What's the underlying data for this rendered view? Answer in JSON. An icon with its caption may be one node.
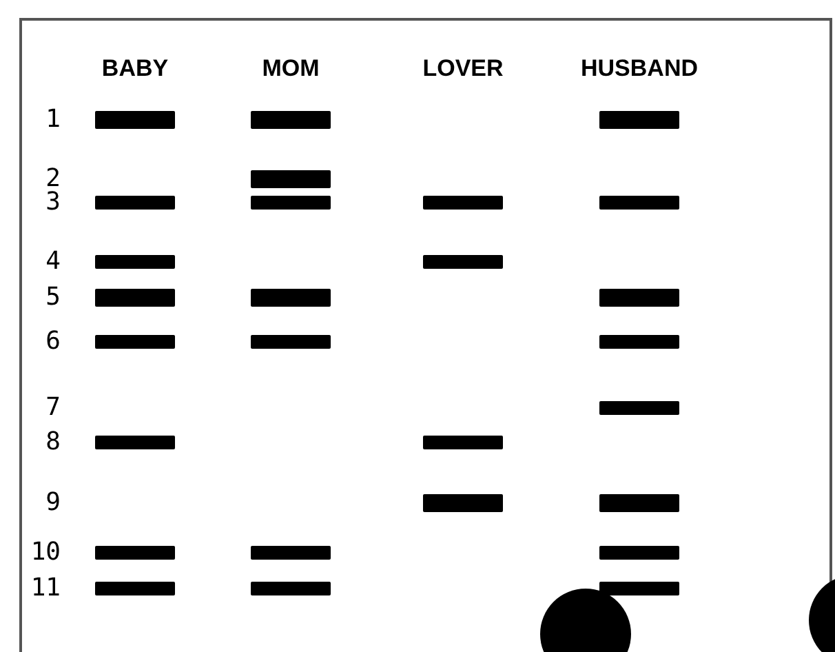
{
  "diagram": {
    "labels": [
      "BABY",
      "MOM",
      "LOVER",
      "HUSBAND",
      "1",
      "2",
      "3",
      "4",
      "5",
      "6",
      "7",
      "8",
      "9",
      "10",
      "11"
    ]
  }
}
